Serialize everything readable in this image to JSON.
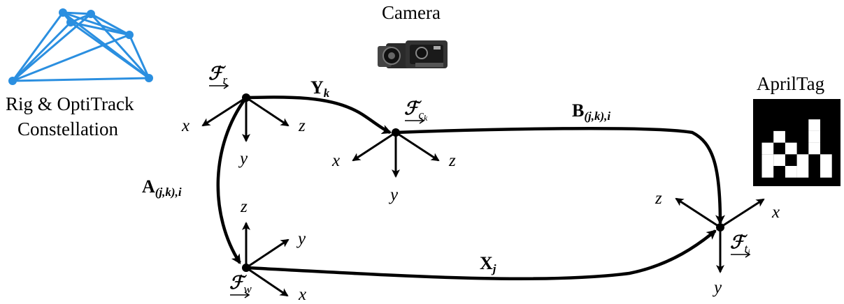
{
  "labels": {
    "rig": [
      "Rig & OptiTrack",
      "Constellation"
    ],
    "camera": "Camera",
    "apriltag": "AprilTag"
  },
  "transforms": {
    "Y": {
      "sym": "Y",
      "sub": "k"
    },
    "B": {
      "sym": "B",
      "sub": "(j,k),i"
    },
    "A": {
      "sym": "A",
      "sub": "(j,k),i"
    },
    "X": {
      "sym": "X",
      "sub": "j"
    }
  },
  "frames": {
    "rig": {
      "sym": "ℱ",
      "sub": "r",
      "subsub": ""
    },
    "camera": {
      "sym": "ℱ",
      "sub": "c",
      "subsub": "k"
    },
    "world": {
      "sym": "ℱ",
      "sub": "w",
      "subsub": ""
    },
    "tag": {
      "sym": "ℱ",
      "sub": "t",
      "subsub": "j"
    }
  },
  "axes": {
    "x": "x",
    "y": "y",
    "z": "z"
  },
  "colors": {
    "constellation": "#2b8fe0",
    "ink": "#000000",
    "tag_bg": "#000000",
    "tag_cell": "#ffffff"
  },
  "apriltag_grid": [
    [
      0,
      0,
      0,
      0,
      0,
      0
    ],
    [
      0,
      0,
      0,
      0,
      1,
      0
    ],
    [
      0,
      1,
      0,
      0,
      1,
      0
    ],
    [
      1,
      0,
      1,
      0,
      1,
      0
    ],
    [
      1,
      1,
      0,
      1,
      0,
      1
    ],
    [
      1,
      0,
      1,
      1,
      0,
      1
    ]
  ]
}
